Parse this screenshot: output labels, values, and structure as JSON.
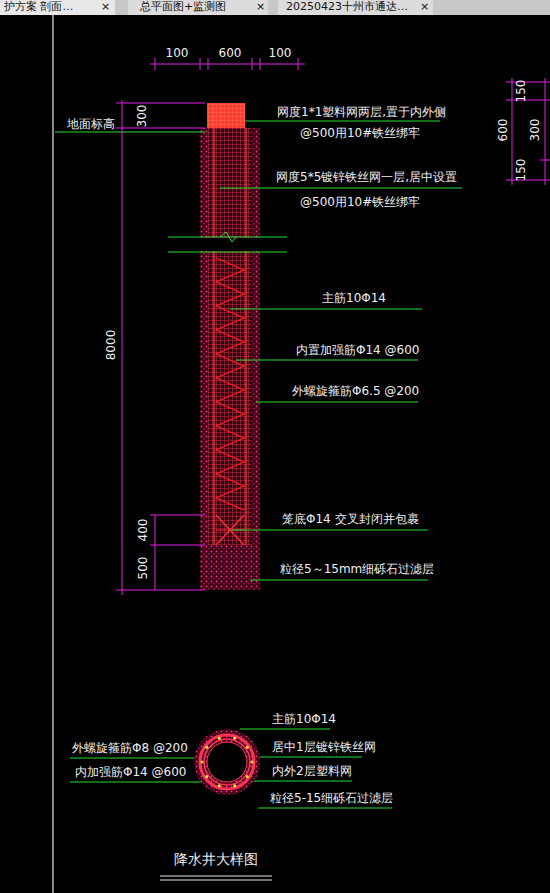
{
  "diagram": {
    "title": "降水井大样图",
    "labels": [
      "护方案 剖面…",
      "×",
      "总平面图+监测图",
      "×",
      "20250423十州市通达…",
      "×",
      "100",
      "600",
      "100",
      "300",
      "8000",
      "400",
      "500",
      "150",
      "600",
      "300",
      "150",
      "地面标高",
      "网度1*1塑料网两层,置于内外侧",
      "@500用10#铁丝绑牢",
      "网度5*5镀锌铁丝网一层,居中设置",
      "@500用10#铁丝绑牢",
      "主筋10Φ14",
      "内置加强筋Φ14 @600",
      "外螺旋箍筋Φ6.5 @200",
      "笼底Φ14 交叉封闭并包裹",
      "粒径5～15mm细砾石过滤层",
      "主筋10Φ14",
      "外螺旋箍筋Φ8 @200",
      "居中1层镀锌铁丝网",
      "内加强筋Φ14 @600",
      "内外2层塑料网",
      "粒径5-15细砾石过滤层"
    ]
  }
}
